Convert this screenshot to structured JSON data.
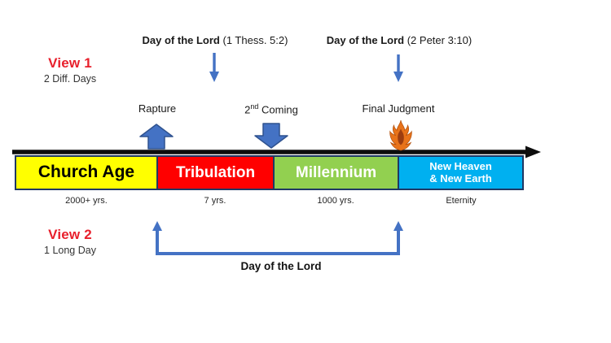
{
  "palette": {
    "arrow_blue": "#4472C4",
    "arrow_blue_dark": "#2F528F",
    "red_accent": "#E8202C",
    "bar_black": "#0d0d0d",
    "box_border": "#1F3864",
    "flame_orange": "#E8731A",
    "flame_dark": "#9C3D10",
    "background": "#FFFFFF"
  },
  "view1": {
    "title": "View 1",
    "subtitle": "2 Diff. Days"
  },
  "view2": {
    "title": "View 2",
    "subtitle": "1 Long Day"
  },
  "top_annotations": [
    {
      "bold": "Day of the Lord",
      "ref": " (1 Thess. 5:2)"
    },
    {
      "bold": "Day of the Lord",
      "ref": " (2 Peter 3:10)"
    }
  ],
  "events": {
    "rapture": {
      "label": "Rapture"
    },
    "second_coming": {
      "pre": "2",
      "sup": "nd",
      "post": " Coming"
    },
    "final_judgment": {
      "label": "Final Judgment"
    }
  },
  "timeline": {
    "segments": [
      {
        "label": "Church Age",
        "duration": "2000+ yrs.",
        "color": "#FFFF00",
        "text_color": "#000000"
      },
      {
        "label": "Tribulation",
        "duration": "7 yrs.",
        "color": "#FF0000",
        "text_color": "#FFFFFF"
      },
      {
        "label": "Millennium",
        "duration": "1000 yrs.",
        "color": "#92D050",
        "text_color": "#FFFFFF"
      },
      {
        "label_line1": "New Heaven",
        "label_line2": "& New Earth",
        "duration": "Eternity",
        "color": "#00B0F0",
        "text_color": "#FFFFFF"
      }
    ]
  },
  "bottom_bracket": {
    "label": "Day of the Lord"
  }
}
